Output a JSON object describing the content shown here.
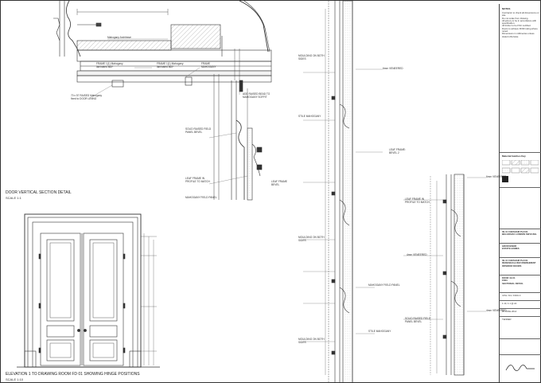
{
  "drawing_titles": {
    "section": "DOOR VERTICAL SECTION DETAIL",
    "section_scale": "SCALE 1:1",
    "elevation": "ELEVATION 1 TO DRAWING ROOM FD 01 SHOWING HINGE POSITIONS",
    "elevation_scale": "SCALE 1:10"
  },
  "annotations": {
    "a1": "Mahogany Architrave",
    "a2": "FRAME 1(1) Mahogany\nlaminated 860*",
    "a3": "FRAME 1(1) Mahogany\nlaminated 860*",
    "a4": "FRAME\nMAHOGANY",
    "a5": "70 x 57 RAISED Mahogany\nfixed to DOOR LINING",
    "a6": "ADD RAISED BEAD TO\nMAHOGANY SOFFIT",
    "a7": "LEAF FRAME\nBEVEL",
    "a8": "LEAF FRAME:\nBEVEL 2"
  },
  "notes": [
    "SOLID RAISED FIELD\nPANEL BEVEL",
    "LEAF FRAME IN\nPROFILE TO MATCH",
    "MAHOGANY FIELD PANEL",
    "MOULDING ON BOTH\nSIDES",
    "STILE MAHOGANY",
    "6mm VENEERED",
    "4mm VENEERED"
  ],
  "title_block": {
    "notes_heading": "NOTES",
    "notes_text": "Contractor to check all dimensions on site.\nDo not scale from drawing.\nAll joinery to be in accordance with specification.\nAll timber to be FSC certified.\nDoors to achieve FD30 rating where noted.\nDimensions in millimetres unless stated otherwise.",
    "material_key": "Material hatches Key",
    "project": "39-41 CHESHAM PLACE\nBELGRAVIA LONDON SW1X 8HL",
    "client": "GROSVENOR\nESTATE HOMES",
    "title": "39-41 CHESHAM PLACE\nREDESIGN & REFURBISHMENT\nINTERIOR DOORS",
    "drawing": "DOOR 4A 01\nFD01\nSECTIONAL DETAIL",
    "drawing_no": "CPH / D4 / FD01 0",
    "scale": "1:10, 1:1 @ A1",
    "date": "20 JUNE 2014",
    "status": "TENDER"
  }
}
